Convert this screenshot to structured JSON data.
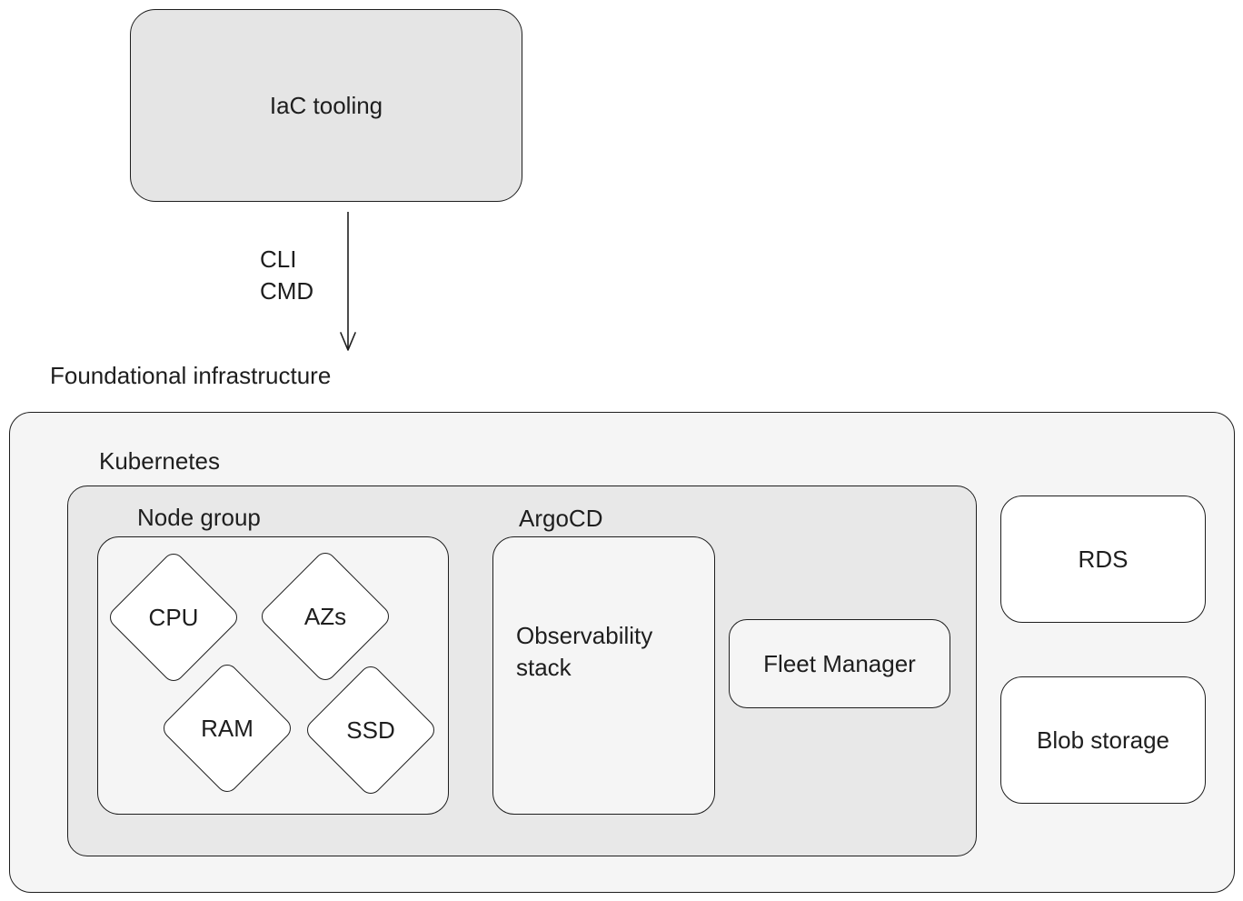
{
  "iac": {
    "label": "IaC tooling"
  },
  "arrow": {
    "label_line1": "CLI",
    "label_line2": "CMD"
  },
  "foundational": {
    "title": "Foundational infrastructure"
  },
  "kubernetes": {
    "title": "Kubernetes"
  },
  "node_group": {
    "title": "Node group",
    "items": [
      "CPU",
      "AZs",
      "RAM",
      "SSD"
    ]
  },
  "argocd": {
    "title": "ArgoCD",
    "observability_line1": "Observability",
    "observability_line2": "stack"
  },
  "fleet_manager": {
    "label": "Fleet Manager"
  },
  "rds": {
    "label": "RDS"
  },
  "blob_storage": {
    "label": "Blob storage"
  },
  "colors": {
    "stroke": "#1e1e1e",
    "iac_fill": "#e5e5e5",
    "container_fill": "#f5f5f5",
    "kubernetes_fill": "#e8e8e8",
    "white_fill": "#ffffff"
  }
}
